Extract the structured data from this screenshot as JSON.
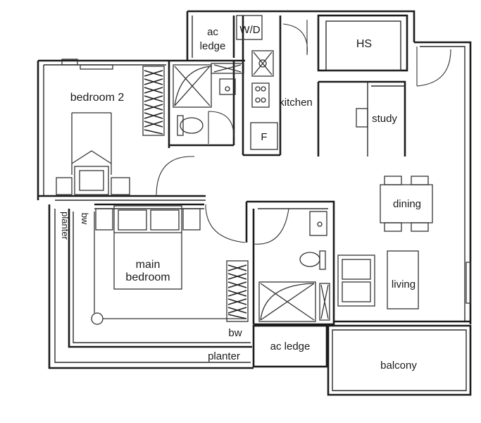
{
  "floor_plan": {
    "rooms": {
      "ac_ledge_top_line1": "ac",
      "ac_ledge_top_line2": "ledge",
      "wd": "W/D",
      "hs": "HS",
      "bedroom2": "bedroom 2",
      "kitchen": "kitchen",
      "fridge": "F",
      "study": "study",
      "dining": "dining",
      "planter_side": "planter",
      "bw_side": "bw",
      "main_bedroom_line1": "main",
      "main_bedroom_line2": "bedroom",
      "living": "living",
      "bw_bottom": "bw",
      "planter_bottom": "planter",
      "ac_ledge_bottom": "ac ledge",
      "balcony": "balcony"
    }
  }
}
